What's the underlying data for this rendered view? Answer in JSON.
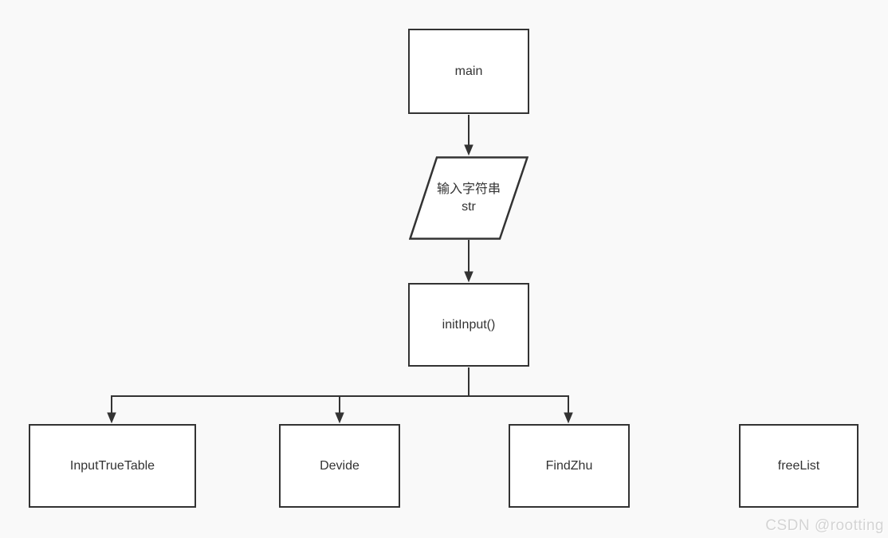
{
  "diagram": {
    "title": "flowchart",
    "colors": {
      "background": "#f9f9f9",
      "node_fill": "#ffffff",
      "stroke": "#333333",
      "text": "#333333",
      "watermark_text": "#d4d4d4"
    },
    "nodes": {
      "main": {
        "shape": "rectangle",
        "label": "main"
      },
      "input_str": {
        "shape": "parallelogram",
        "line1": "输入字符串",
        "line2": "str"
      },
      "init_input": {
        "shape": "rectangle",
        "label": "initInput()"
      },
      "input_true_table": {
        "shape": "rectangle",
        "label": "InputTrueTable"
      },
      "devide": {
        "shape": "rectangle",
        "label": "Devide"
      },
      "find_zhu": {
        "shape": "rectangle",
        "label": "FindZhu"
      },
      "free_list": {
        "shape": "rectangle",
        "label": "freeList"
      }
    },
    "edges": [
      {
        "from": "main",
        "to": "input_str",
        "arrow": "block"
      },
      {
        "from": "input_str",
        "to": "init_input",
        "arrow": "block"
      },
      {
        "from": "init_input",
        "to": "input_true_table",
        "arrow": "block"
      },
      {
        "from": "init_input",
        "to": "devide",
        "arrow": "block"
      },
      {
        "from": "init_input",
        "to": "find_zhu",
        "arrow": "block"
      }
    ]
  },
  "watermark": {
    "text": "CSDN @rootting"
  }
}
